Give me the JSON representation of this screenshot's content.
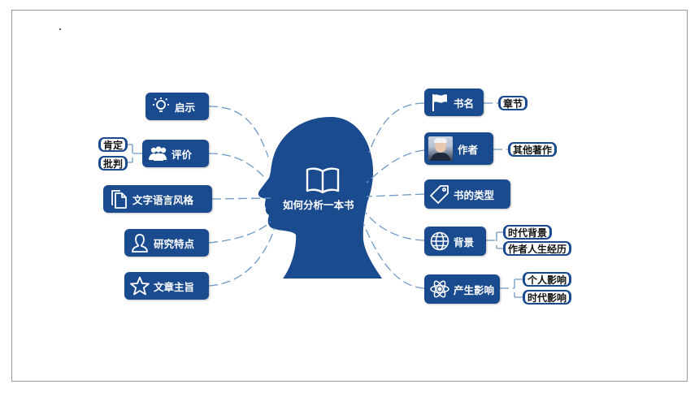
{
  "colors": {
    "node": "#1b4b8f",
    "line": "#6f98c2",
    "tag_border": "#1b4b8f"
  },
  "center": {
    "label": "如何分析一本书",
    "icon": "open-book-icon"
  },
  "left_nodes": [
    {
      "id": "qishi",
      "label": "启示",
      "icon": "lightbulb-icon"
    },
    {
      "id": "pingjia",
      "label": "评价",
      "icon": "people-icon",
      "tags": [
        "肯定",
        "批判"
      ]
    },
    {
      "id": "wenzi",
      "label": "文字语言风格",
      "icon": "document-icon"
    },
    {
      "id": "yanjiu",
      "label": "研究特点",
      "icon": "person-icon"
    },
    {
      "id": "zhuzhi",
      "label": "文章主旨",
      "icon": "star-icon"
    }
  ],
  "right_nodes": [
    {
      "id": "shuming",
      "label": "书名",
      "icon": "flag-icon",
      "tags": [
        "章节"
      ]
    },
    {
      "id": "zuozhe",
      "label": "作者",
      "icon": "author-photo",
      "tags": [
        "其他著作"
      ]
    },
    {
      "id": "leixing",
      "label": "书的类型",
      "icon": "tag-icon"
    },
    {
      "id": "beijing",
      "label": "背景",
      "icon": "globe-icon",
      "tags": [
        "时代背景",
        "作者人生经历"
      ]
    },
    {
      "id": "yingxiang",
      "label": "产生影响",
      "icon": "atom-icon",
      "tags": [
        "个人影响",
        "时代影响"
      ]
    }
  ]
}
